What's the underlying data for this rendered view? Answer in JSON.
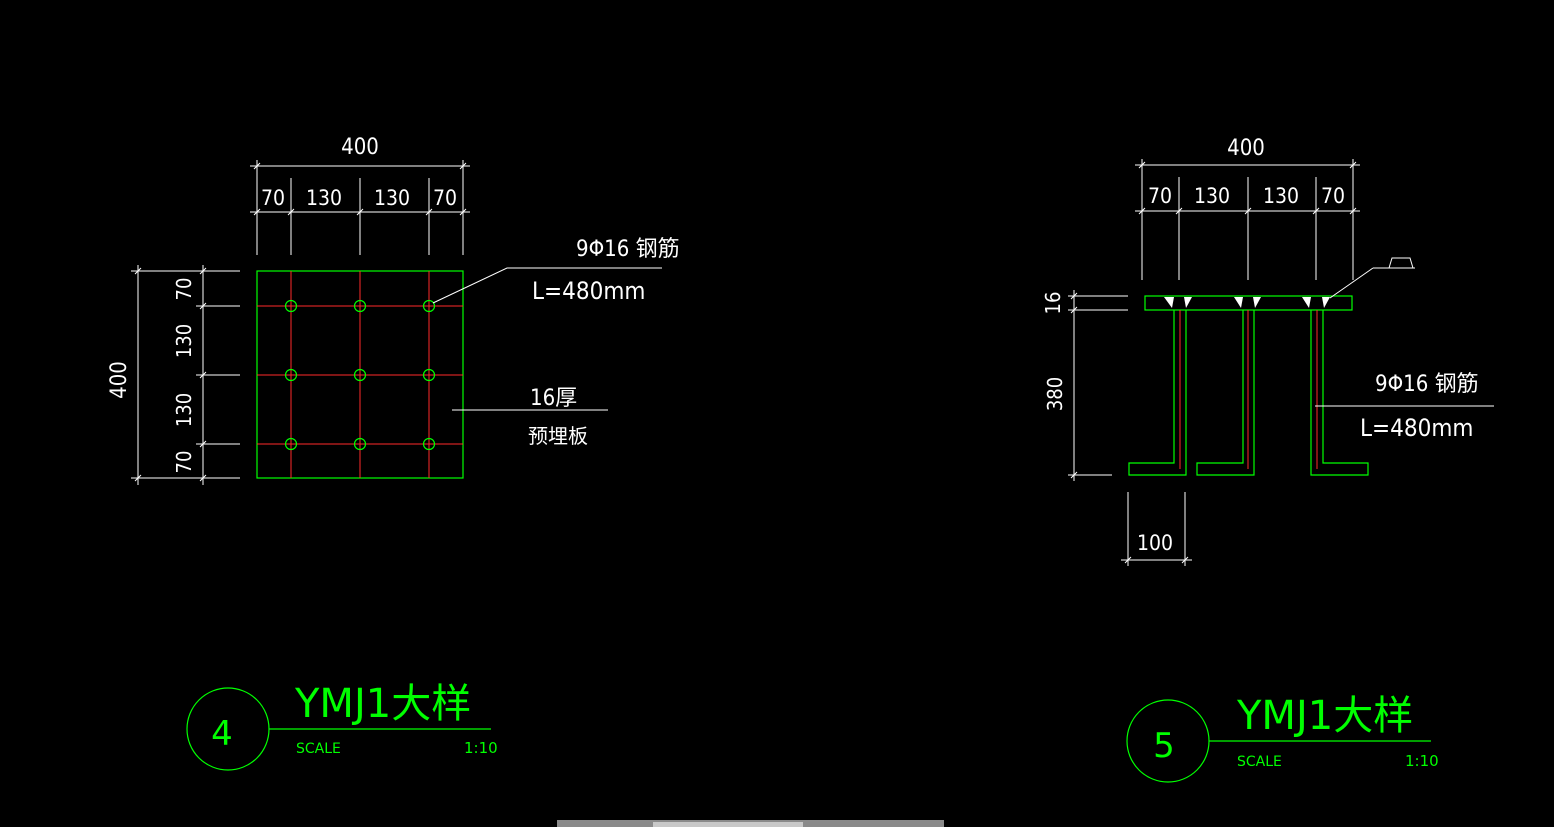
{
  "colors": {
    "background": "#000000",
    "dimension": "#ffffff",
    "outline": "#00ff00",
    "rebar": "#ff2a2a"
  },
  "plan": {
    "dim_top_total": "400",
    "dim_top_segments": [
      "70",
      "130",
      "130",
      "70"
    ],
    "dim_left_total": "400",
    "dim_left_segments": [
      "70",
      "130",
      "130",
      "70"
    ],
    "rebar_note": "9Φ16 钢筋",
    "rebar_length": "L=480mm",
    "plate_thickness": "16厚",
    "plate_name": "预埋板",
    "title": {
      "number": "4",
      "name": "YMJ1大样",
      "scale_label": "SCALE",
      "scale_value": "1:10"
    }
  },
  "section": {
    "dim_top_total": "400",
    "dim_top_segments": [
      "70",
      "130",
      "130",
      "70"
    ],
    "dim_plate": "16",
    "dim_height": "380",
    "dim_hook": "100",
    "rebar_note": "9Φ16 钢筋",
    "rebar_length": "L=480mm",
    "title": {
      "number": "5",
      "name": "YMJ1大样",
      "scale_label": "SCALE",
      "scale_value": "1:10"
    }
  }
}
